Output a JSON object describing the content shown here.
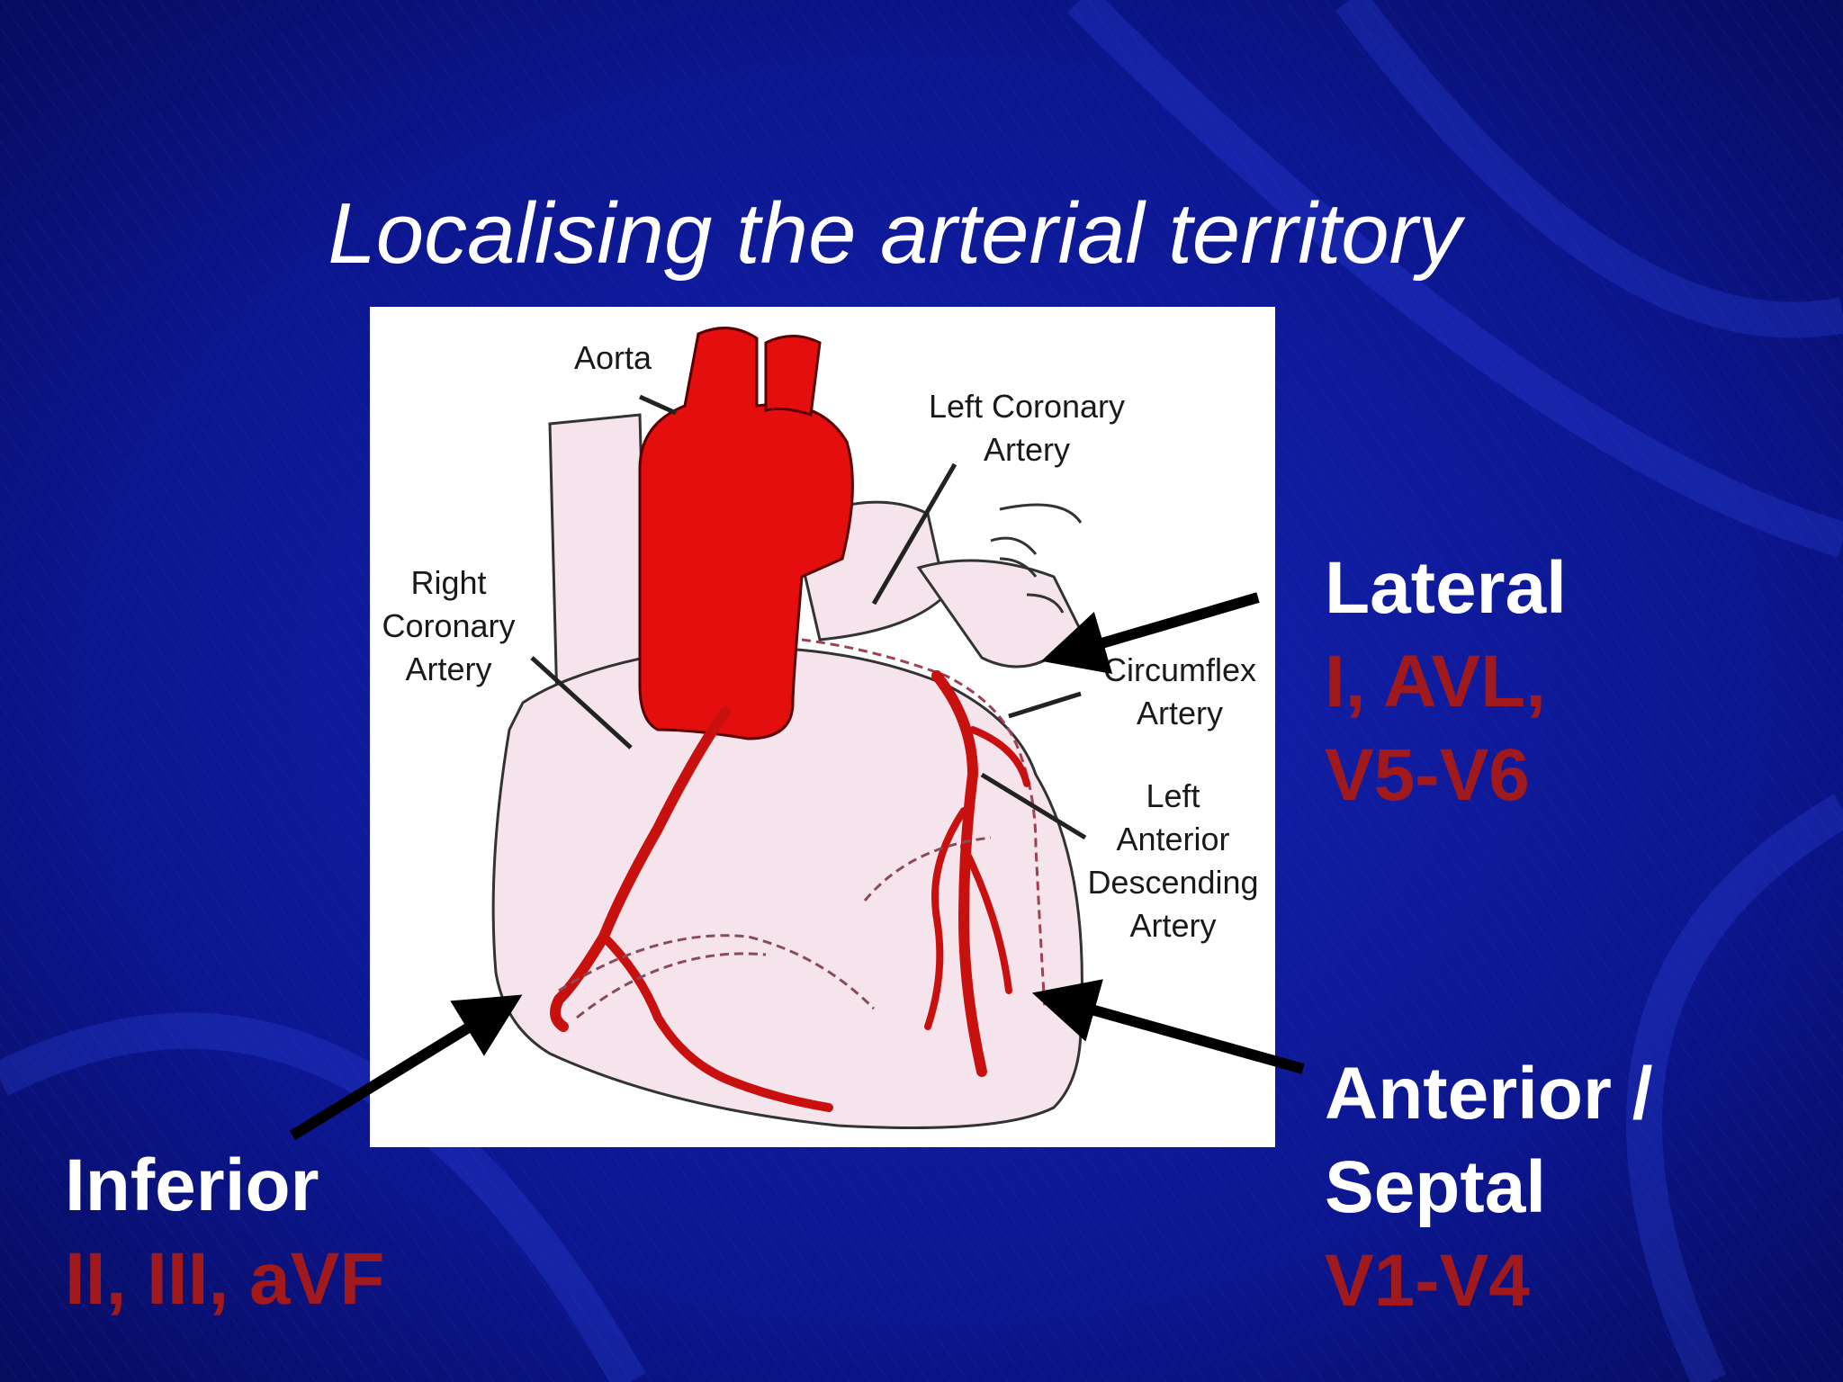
{
  "title": "Localising the arterial territory",
  "diagram_labels": {
    "aorta": "Aorta",
    "left_coronary": [
      "Left Coronary",
      "Artery"
    ],
    "right_coronary": [
      "Right",
      "Coronary",
      "Artery"
    ],
    "circumflex": [
      "Circumflex",
      "Artery"
    ],
    "lad": [
      "Left",
      "Anterior",
      "Descending",
      "Artery"
    ]
  },
  "regions": {
    "lateral": {
      "heading": "Lateral",
      "leads": [
        "I, AVL,",
        "V5-V6"
      ]
    },
    "anterior": {
      "heading": [
        "Anterior /",
        "Septal"
      ],
      "leads": "V1-V4"
    },
    "inferior": {
      "heading": "Inferior",
      "leads": "II, III, aVF"
    }
  },
  "colors": {
    "background": "#0a148c",
    "artery": "#e50e0e",
    "heart": "#f6e4ec",
    "leads_text": "#a0191d",
    "heading_text": "#ffffff"
  }
}
